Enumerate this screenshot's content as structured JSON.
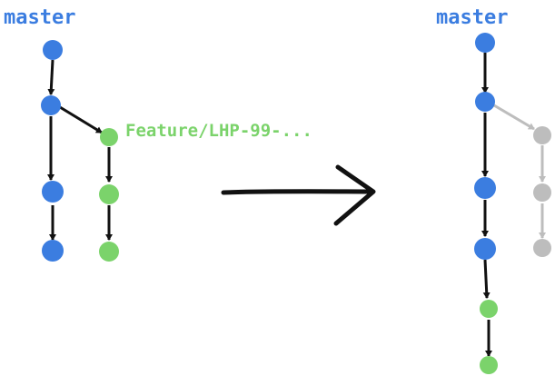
{
  "colors": {
    "master": "#3b7de0",
    "feature": "#7bd36b",
    "faded": "#bdbdbd",
    "stroke": "#111111"
  },
  "labels": {
    "left_master": "master",
    "right_master": "master",
    "feature_branch": "Feature/LHP-99-..."
  },
  "before": {
    "branches": [
      {
        "name_ref": "left_master",
        "commits": 4,
        "color_ref": "master"
      },
      {
        "name_ref": "feature_branch",
        "commits": 3,
        "color_ref": "feature",
        "branches_from_commit": 2
      }
    ]
  },
  "after": {
    "master_commits": 6,
    "master_colors": [
      "master",
      "master",
      "master",
      "master",
      "feature",
      "feature"
    ],
    "old_branch_commits": 3,
    "old_branch_color": "faded",
    "old_branch_from_commit": 2
  }
}
